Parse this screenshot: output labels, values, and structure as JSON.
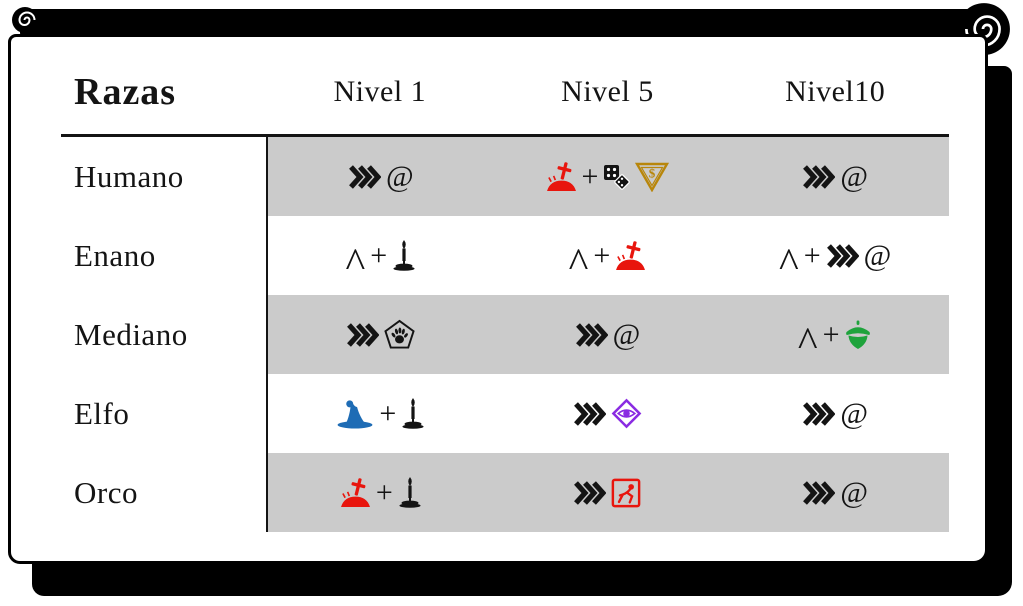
{
  "colors": {
    "ink": "#141414",
    "stripe": "#cbcbcb",
    "paper": "#ffffff",
    "roll": "#000000"
  },
  "icon_colors": {
    "triple-chevron-icon": "#141414",
    "grave-sword-icon": "#e8150d",
    "dice-icon": "#141414",
    "dollar-triangle-icon": "#b8860b",
    "candle-icon": "#141414",
    "pentagon-hand-icon": "#141414",
    "acorn-icon": "#1fa33c",
    "wizard-hat-icon": "#1e6cb5",
    "eye-diamond-icon": "#8a2be2",
    "slip-fall-icon": "#e8150d"
  },
  "table": {
    "title": "Razas",
    "columns": [
      "Nivel 1",
      "Nivel 5",
      "Nivel10"
    ],
    "rows": [
      {
        "race": "Humano",
        "shaded": true,
        "cells": [
          [
            {
              "icon": "triple-chevron-icon"
            },
            {
              "text": "@"
            }
          ],
          [
            {
              "icon": "grave-sword-icon"
            },
            {
              "text": "+"
            },
            {
              "icon": "dice-icon"
            },
            {
              "icon": "dollar-triangle-icon"
            }
          ],
          [
            {
              "icon": "triple-chevron-icon"
            },
            {
              "text": "@"
            }
          ]
        ]
      },
      {
        "race": "Enano",
        "shaded": false,
        "cells": [
          [
            {
              "text": "^"
            },
            {
              "text": "+"
            },
            {
              "icon": "candle-icon"
            }
          ],
          [
            {
              "text": "^"
            },
            {
              "text": "+"
            },
            {
              "icon": "grave-sword-icon"
            }
          ],
          [
            {
              "text": "^"
            },
            {
              "text": "+"
            },
            {
              "icon": "triple-chevron-icon"
            },
            {
              "text": "@"
            }
          ]
        ]
      },
      {
        "race": "Mediano",
        "shaded": true,
        "cells": [
          [
            {
              "icon": "triple-chevron-icon"
            },
            {
              "icon": "pentagon-hand-icon"
            }
          ],
          [
            {
              "icon": "triple-chevron-icon"
            },
            {
              "text": "@"
            }
          ],
          [
            {
              "text": "^"
            },
            {
              "text": "+"
            },
            {
              "icon": "acorn-icon"
            }
          ]
        ]
      },
      {
        "race": "Elfo",
        "shaded": false,
        "cells": [
          [
            {
              "icon": "wizard-hat-icon"
            },
            {
              "text": "+"
            },
            {
              "icon": "candle-icon"
            }
          ],
          [
            {
              "icon": "triple-chevron-icon"
            },
            {
              "icon": "eye-diamond-icon"
            }
          ],
          [
            {
              "icon": "triple-chevron-icon"
            },
            {
              "text": "@"
            }
          ]
        ]
      },
      {
        "race": "Orco",
        "shaded": true,
        "cells": [
          [
            {
              "icon": "grave-sword-icon"
            },
            {
              "text": "+"
            },
            {
              "icon": "candle-icon"
            }
          ],
          [
            {
              "icon": "triple-chevron-icon"
            },
            {
              "icon": "slip-fall-icon"
            }
          ],
          [
            {
              "icon": "triple-chevron-icon"
            },
            {
              "text": "@"
            }
          ]
        ]
      }
    ]
  }
}
